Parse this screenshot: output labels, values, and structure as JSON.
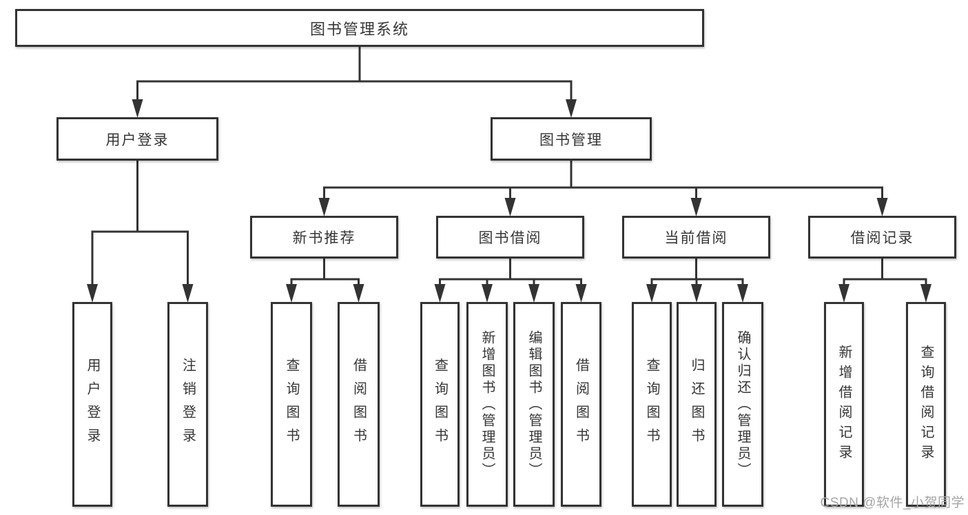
{
  "diagram": {
    "type": "org-tree",
    "title": "图书管理系统",
    "watermark": "CSDN @软件_小贺同学",
    "colors": {
      "line": "#333333",
      "box_border": "#333333",
      "box_fill": "#ffffff",
      "text": "#363636",
      "watermark": "#a5a5a5",
      "background": "#ffffff"
    },
    "nodes": [
      {
        "id": "root",
        "label": "图书管理系统",
        "parent": null
      },
      {
        "id": "user-login",
        "label": "用户登录",
        "parent": "root"
      },
      {
        "id": "book-mgmt",
        "label": "图书管理",
        "parent": "root"
      },
      {
        "id": "new-book",
        "label": "新书推荐",
        "parent": "book-mgmt"
      },
      {
        "id": "book-borrow",
        "label": "图书借阅",
        "parent": "book-mgmt"
      },
      {
        "id": "current-borrow",
        "label": "当前借阅",
        "parent": "book-mgmt"
      },
      {
        "id": "borrow-record",
        "label": "借阅记录",
        "parent": "book-mgmt"
      },
      {
        "id": "leaf-user-login",
        "label": "用户登录",
        "parent": "user-login"
      },
      {
        "id": "leaf-logout",
        "label": "注销登录",
        "parent": "user-login"
      },
      {
        "id": "leaf-query-book-1",
        "label": "查询图书",
        "parent": "new-book"
      },
      {
        "id": "leaf-borrow-book-1",
        "label": "借阅图书",
        "parent": "new-book"
      },
      {
        "id": "leaf-query-book-2",
        "label": "查询图书",
        "parent": "book-borrow"
      },
      {
        "id": "leaf-add-book",
        "label": "新增图书（管理员）",
        "parent": "book-borrow"
      },
      {
        "id": "leaf-edit-book",
        "label": "编辑图书（管理员）",
        "parent": "book-borrow"
      },
      {
        "id": "leaf-borrow-book-2",
        "label": "借阅图书",
        "parent": "book-borrow"
      },
      {
        "id": "leaf-query-book-3",
        "label": "查询图书",
        "parent": "current-borrow"
      },
      {
        "id": "leaf-return-book",
        "label": "归还图书",
        "parent": "current-borrow"
      },
      {
        "id": "leaf-confirm-return",
        "label": "确认归还（管理员）",
        "parent": "current-borrow"
      },
      {
        "id": "leaf-add-borrow-record",
        "label": "新增借阅记录",
        "parent": "borrow-record"
      },
      {
        "id": "leaf-query-borrow-record",
        "label": "查询借阅记录",
        "parent": "borrow-record"
      }
    ]
  }
}
